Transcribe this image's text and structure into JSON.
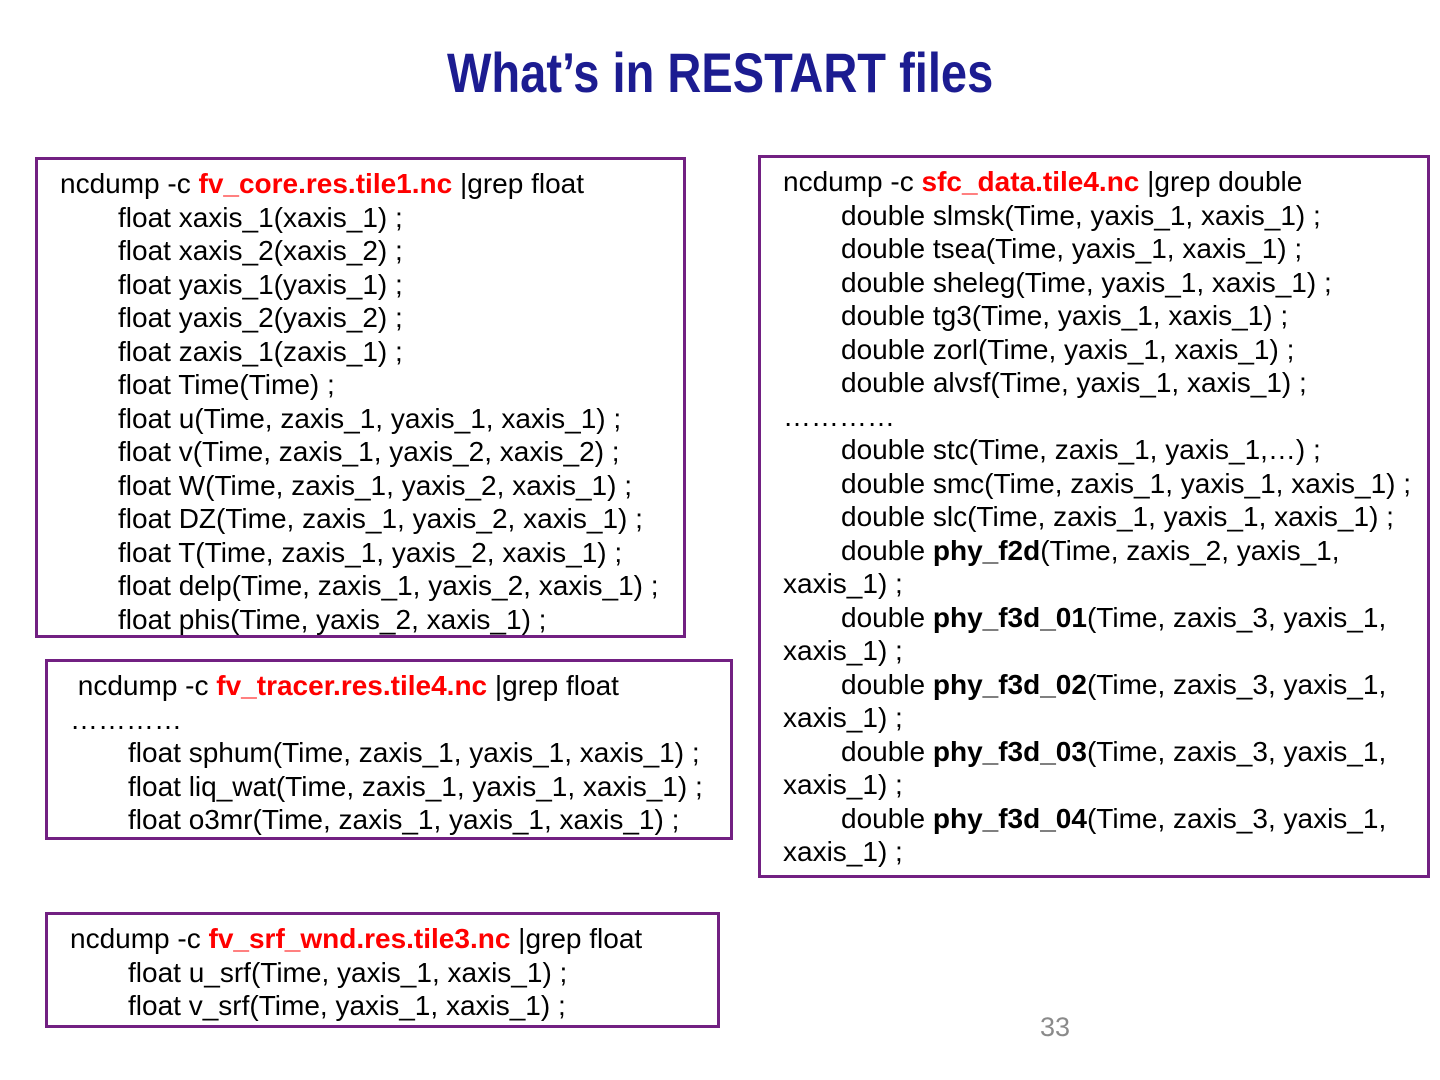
{
  "title": "What’s in RESTART files",
  "page_number": "33",
  "colors": {
    "title_blue": "#1c1c91",
    "box_border_purple": "#722082",
    "filename_red": "#ff0000",
    "body_text": "#000000",
    "page_number_gray": "#8a8a8a",
    "background": "#ffffff"
  },
  "boxes": [
    {
      "name": "fv-core",
      "lines": [
        {
          "indent": 0,
          "seg": [
            [
              "ncdump -c ",
              "n"
            ],
            [
              "fv_core.res.tile1.nc",
              "r"
            ],
            [
              " |grep float",
              "n"
            ]
          ]
        },
        {
          "indent": 1,
          "seg": [
            [
              "float xaxis_1(xaxis_1) ;",
              "n"
            ]
          ]
        },
        {
          "indent": 1,
          "seg": [
            [
              "float xaxis_2(xaxis_2) ;",
              "n"
            ]
          ]
        },
        {
          "indent": 1,
          "seg": [
            [
              "float yaxis_1(yaxis_1) ;",
              "n"
            ]
          ]
        },
        {
          "indent": 1,
          "seg": [
            [
              "float yaxis_2(yaxis_2) ;",
              "n"
            ]
          ]
        },
        {
          "indent": 1,
          "seg": [
            [
              "float zaxis_1(zaxis_1) ;",
              "n"
            ]
          ]
        },
        {
          "indent": 1,
          "seg": [
            [
              "float Time(Time) ;",
              "n"
            ]
          ]
        },
        {
          "indent": 1,
          "seg": [
            [
              "float u(Time, zaxis_1, yaxis_1, xaxis_1) ;",
              "n"
            ]
          ]
        },
        {
          "indent": 1,
          "seg": [
            [
              "float v(Time, zaxis_1, yaxis_2, xaxis_2) ;",
              "n"
            ]
          ]
        },
        {
          "indent": 1,
          "seg": [
            [
              "float W(Time, zaxis_1, yaxis_2, xaxis_1) ;",
              "n"
            ]
          ]
        },
        {
          "indent": 1,
          "seg": [
            [
              "float DZ(Time, zaxis_1, yaxis_2, xaxis_1) ;",
              "n"
            ]
          ]
        },
        {
          "indent": 1,
          "seg": [
            [
              "float T(Time, zaxis_1, yaxis_2, xaxis_1) ;",
              "n"
            ]
          ]
        },
        {
          "indent": 1,
          "seg": [
            [
              "float delp(Time, zaxis_1, yaxis_2, xaxis_1) ;",
              "n"
            ]
          ]
        },
        {
          "indent": 1,
          "seg": [
            [
              "float phis(Time, yaxis_2, xaxis_1) ;",
              "n"
            ]
          ]
        }
      ]
    },
    {
      "name": "fv-tracer",
      "lines": [
        {
          "indent": 0,
          "seg": [
            [
              " ncdump -c ",
              "n"
            ],
            [
              "fv_tracer.res.tile4.nc",
              "r"
            ],
            [
              " |grep float",
              "n"
            ]
          ]
        },
        {
          "indent": 0,
          "seg": [
            [
              "…………",
              "n"
            ]
          ]
        },
        {
          "indent": 1,
          "seg": [
            [
              "float sphum(Time, zaxis_1, yaxis_1, xaxis_1) ;",
              "n"
            ]
          ]
        },
        {
          "indent": 1,
          "seg": [
            [
              "float liq_wat(Time, zaxis_1, yaxis_1, xaxis_1) ;",
              "n"
            ]
          ]
        },
        {
          "indent": 1,
          "seg": [
            [
              "float o3mr(Time, zaxis_1, yaxis_1, xaxis_1) ;",
              "n"
            ]
          ]
        }
      ]
    },
    {
      "name": "fv-srf-wnd",
      "lines": [
        {
          "indent": 0,
          "seg": [
            [
              "ncdump -c ",
              "n"
            ],
            [
              "fv_srf_wnd.res.tile3.nc",
              "r"
            ],
            [
              " |grep float",
              "n"
            ]
          ]
        },
        {
          "indent": 1,
          "seg": [
            [
              "float u_srf(Time, yaxis_1, xaxis_1) ;",
              "n"
            ]
          ]
        },
        {
          "indent": 1,
          "seg": [
            [
              "float v_srf(Time, yaxis_1, xaxis_1) ;",
              "n"
            ]
          ]
        }
      ]
    },
    {
      "name": "sfc-data",
      "lines": [
        {
          "indent": 0,
          "seg": [
            [
              "ncdump -c ",
              "n"
            ],
            [
              "sfc_data.tile4.nc",
              "r"
            ],
            [
              " |grep double",
              "n"
            ]
          ]
        },
        {
          "indent": 1,
          "seg": [
            [
              "double slmsk(Time, yaxis_1, xaxis_1) ;",
              "n"
            ]
          ]
        },
        {
          "indent": 1,
          "seg": [
            [
              "double tsea(Time, yaxis_1, xaxis_1) ;",
              "n"
            ]
          ]
        },
        {
          "indent": 1,
          "seg": [
            [
              "double sheleg(Time, yaxis_1, xaxis_1) ;",
              "n"
            ]
          ]
        },
        {
          "indent": 1,
          "seg": [
            [
              "double tg3(Time, yaxis_1, xaxis_1) ;",
              "n"
            ]
          ]
        },
        {
          "indent": 1,
          "seg": [
            [
              "double zorl(Time, yaxis_1, xaxis_1) ;",
              "n"
            ]
          ]
        },
        {
          "indent": 1,
          "seg": [
            [
              "double alvsf(Time, yaxis_1, xaxis_1) ;",
              "n"
            ]
          ]
        },
        {
          "indent": 0,
          "seg": [
            [
              "…………",
              "n"
            ]
          ]
        },
        {
          "indent": 1,
          "seg": [
            [
              "double stc(Time, zaxis_1, yaxis_1,…) ;",
              "n"
            ]
          ]
        },
        {
          "indent": 1,
          "seg": [
            [
              "double smc(Time, zaxis_1, yaxis_1, xaxis_1) ;",
              "n"
            ]
          ]
        },
        {
          "indent": 1,
          "seg": [
            [
              "double slc(Time, zaxis_1, yaxis_1, xaxis_1) ;",
              "n"
            ]
          ]
        },
        {
          "indent": 1,
          "seg": [
            [
              "double ",
              "n"
            ],
            [
              "phy_f2d",
              "b"
            ],
            [
              "(Time, zaxis_2, yaxis_1,",
              "n"
            ]
          ]
        },
        {
          "indent": 0,
          "seg": [
            [
              "xaxis_1) ;",
              "n"
            ]
          ]
        },
        {
          "indent": 1,
          "seg": [
            [
              "double ",
              "n"
            ],
            [
              "phy_f3d_01",
              "b"
            ],
            [
              "(Time, zaxis_3, yaxis_1,",
              "n"
            ]
          ]
        },
        {
          "indent": 0,
          "seg": [
            [
              "xaxis_1) ;",
              "n"
            ]
          ]
        },
        {
          "indent": 1,
          "seg": [
            [
              "double ",
              "n"
            ],
            [
              "phy_f3d_02",
              "b"
            ],
            [
              "(Time, zaxis_3, yaxis_1,",
              "n"
            ]
          ]
        },
        {
          "indent": 0,
          "seg": [
            [
              "xaxis_1) ;",
              "n"
            ]
          ]
        },
        {
          "indent": 1,
          "seg": [
            [
              "double ",
              "n"
            ],
            [
              "phy_f3d_03",
              "b"
            ],
            [
              "(Time, zaxis_3, yaxis_1,",
              "n"
            ]
          ]
        },
        {
          "indent": 0,
          "seg": [
            [
              "xaxis_1) ;",
              "n"
            ]
          ]
        },
        {
          "indent": 1,
          "seg": [
            [
              "double ",
              "n"
            ],
            [
              "phy_f3d_04",
              "b"
            ],
            [
              "(Time, zaxis_3, yaxis_1,",
              "n"
            ]
          ]
        },
        {
          "indent": 0,
          "seg": [
            [
              "xaxis_1) ;",
              "n"
            ]
          ]
        }
      ]
    }
  ]
}
